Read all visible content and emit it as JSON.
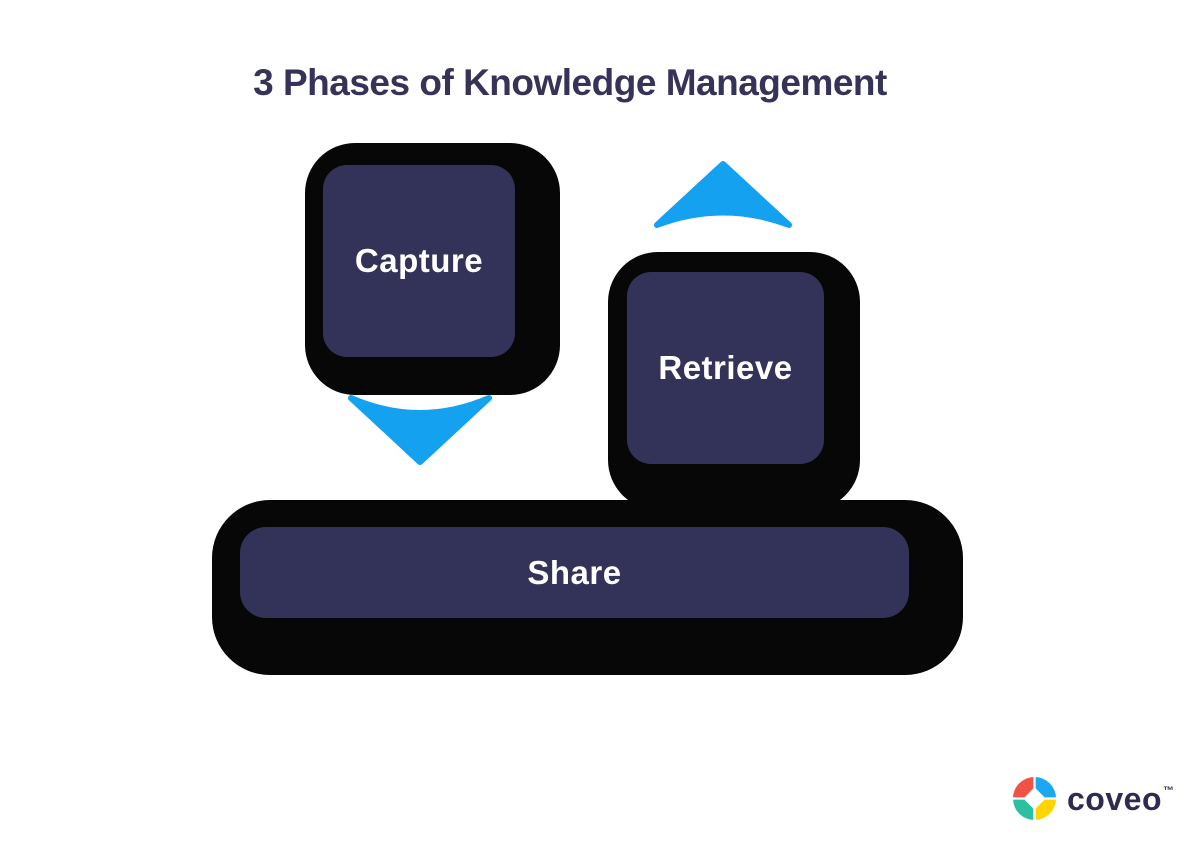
{
  "title": "3 Phases of Knowledge Management",
  "phases": [
    {
      "label": "Capture"
    },
    {
      "label": "Retrieve"
    },
    {
      "label": "Share"
    }
  ],
  "arrows": [
    {
      "name": "arrow-down",
      "direction": "down",
      "between": "Capture and Share"
    },
    {
      "name": "arrow-up",
      "direction": "up",
      "between": "Share and Retrieve"
    }
  ],
  "logo": {
    "brand": "coveo",
    "trademark": "™"
  },
  "colors": {
    "background": "#FFFFFF",
    "title": "#363358",
    "key_face": "#333258",
    "key_outline": "#070707",
    "key_label": "#FFFFFF",
    "arrow": "#14A1F0",
    "logo_wordmark": "#2E2B52",
    "logo_coral": "#F05245",
    "logo_blue": "#1CA8F0",
    "logo_teal": "#2CBFA2",
    "logo_yellow": "#FFD500"
  }
}
